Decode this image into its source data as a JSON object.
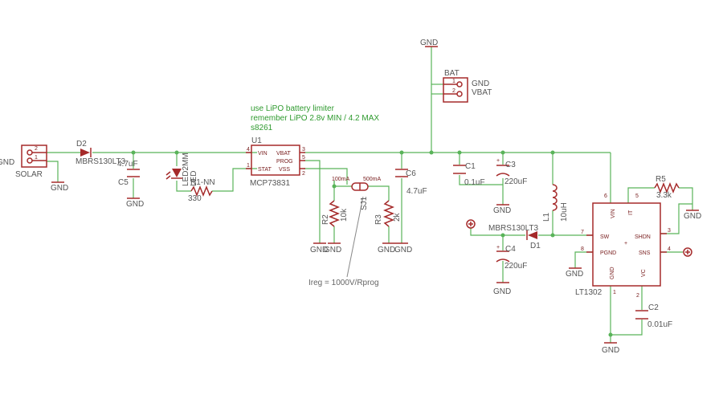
{
  "labels": {
    "gnd": "GND",
    "solar": "SOLAR",
    "bat": "BAT",
    "bat_gnd": "GND",
    "bat_vbat": "VBAT",
    "d2": "D2",
    "d2_value": "MBRS130LT3",
    "c5_value": "4.7uF",
    "c5": "C5",
    "led": "LED2MM",
    "led_name": "LED",
    "r1": "R1-NN",
    "r1_value": "330",
    "u1": "U1",
    "u1_value": "MCP73831",
    "u1_vin": "VIN",
    "u1_vbat": "VBAT",
    "u1_prog": "PROG",
    "u1_stat": "STAT",
    "u1_vss": "VSS",
    "sj1": "SJ1",
    "sj_100": "100mA",
    "sj_500": "500mA",
    "r2": "R2",
    "r2_value": "10k",
    "r3": "R3",
    "r3_value": "2k",
    "c6": "C6",
    "c6_value": "4.7uF",
    "c1": "C1",
    "c1_value": "0.1uF",
    "c3": "C3",
    "c3_value": "220uF",
    "c4": "C4",
    "c4_value": "220uF",
    "l1": "L1",
    "l1_value": "10uH",
    "d1": "D1",
    "d1_value": "MBRS130LT3",
    "r5": "R5",
    "r5_value": "3.3k",
    "c2": "C2",
    "c2_value": "0.01uF",
    "lt": "LT1302",
    "lt_vin": "VIN",
    "lt_it": "IT",
    "lt_sw": "SW",
    "lt_shdn": "SHDN",
    "lt_pgnd": "PGND",
    "lt_sns": "SNS",
    "lt_gnd": "GND",
    "lt_vc": "VC",
    "plus": "+",
    "note1": "use LiPO battery limiter",
    "note2": "remember LiPO 2.8v MIN / 4.2 MAX",
    "note3": "s8261",
    "note_ireg": "Ireg = 1000V/Rprog"
  },
  "pins": {
    "u1_4": "4",
    "u1_1": "1",
    "u1_3": "3",
    "u1_5": "5",
    "u1_2": "2",
    "solar_2": "2",
    "solar_1": "1",
    "bat_1": "1",
    "bat_2": "2",
    "lt_6": "6",
    "lt_5": "5",
    "lt_7": "7",
    "lt_3": "3",
    "lt_8": "8",
    "lt_4": "4",
    "lt_1": "1",
    "lt_2": "2",
    "c2_2": "2"
  }
}
